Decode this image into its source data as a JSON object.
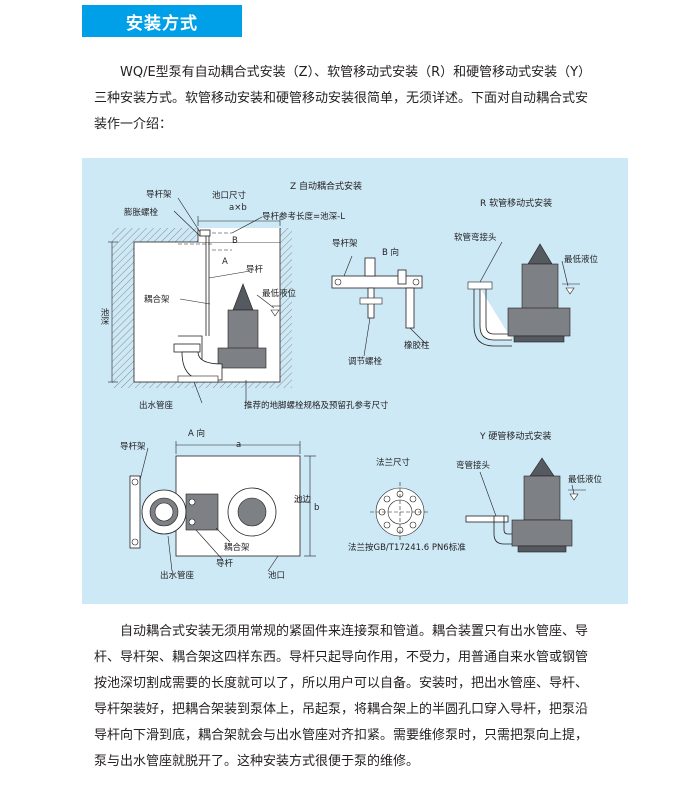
{
  "section_title": "安装方式",
  "intro": {
    "lines": [
      "WQ/E型泵有自动耦合式安装（Z）、软管移动式安装（R）和硬管移动式安装（Y）",
      "三种安装方式。软管移动安装和硬管移动安装很简单，无须详述。下面对自动耦合式安",
      "装作一介绍："
    ]
  },
  "diagram": {
    "z": {
      "title": "Z  自动耦合式安装",
      "pit_size": "池口尺寸",
      "a_x_b": "a×b",
      "guide_rail_frame": "导杆架",
      "expansion_bolt": "膨胀螺栓",
      "rail_length": "导杆参考长度=池深-L",
      "b_mark": "B",
      "a_mark": "A",
      "guide_rail": "导杆",
      "pit_depth": "池深",
      "coupling_frame": "耦合架",
      "min_level": "最低液位",
      "outlet_base": "出水管座",
      "bolt_note": "推荐的地脚螺栓规格及预留孔参考尺寸"
    },
    "b_view": {
      "title": "B 向",
      "guide_rail_frame": "导杆架",
      "rubber_post": "橡胶柱",
      "adjust_bolt": "调节螺栓"
    },
    "r": {
      "title": "R  软管移动式安装",
      "hose_joint": "软管弯接头",
      "min_level": "最低液位"
    },
    "a_view": {
      "title": "A 向",
      "a_mark": "a",
      "b_mark": "b",
      "guide_rail_frame": "导杆架",
      "pool_edge": "池边",
      "coupling_frame": "耦合架",
      "guide_rail": "导杆",
      "outlet_base": "出水管座",
      "pit_opening": "池口"
    },
    "flange": {
      "title": "法兰尺寸",
      "standard": "法兰按GB/T17241.6 PN6标准"
    },
    "y": {
      "title": "Y  硬管移动式安装",
      "elbow_joint": "弯管接头",
      "min_level": "最低液位"
    }
  },
  "body": {
    "lines": [
      "自动耦合式安装无须用常规的紧固件来连接泵和管道。耦合装置只有出水管座、导",
      "杆、导杆架、耦合架这四样东西。导杆只起导向作用，不受力，用普通自来水管或钢管",
      "按池深切割成需要的长度就可以了，所以用户可以自备。安装时，把出水管座、导杆、",
      "导杆架装好，把耦合架装到泵体上，吊起泵，将耦合架上的半圆孔口穿入导杆，把泵沿",
      "导杆向下滑到底，耦合架就会与出水管座对齐扣紧。需要维修泵时，只需把泵向上提，",
      "泵与出水管座就脱开了。这种安装方式很便于泵的维修。"
    ]
  }
}
